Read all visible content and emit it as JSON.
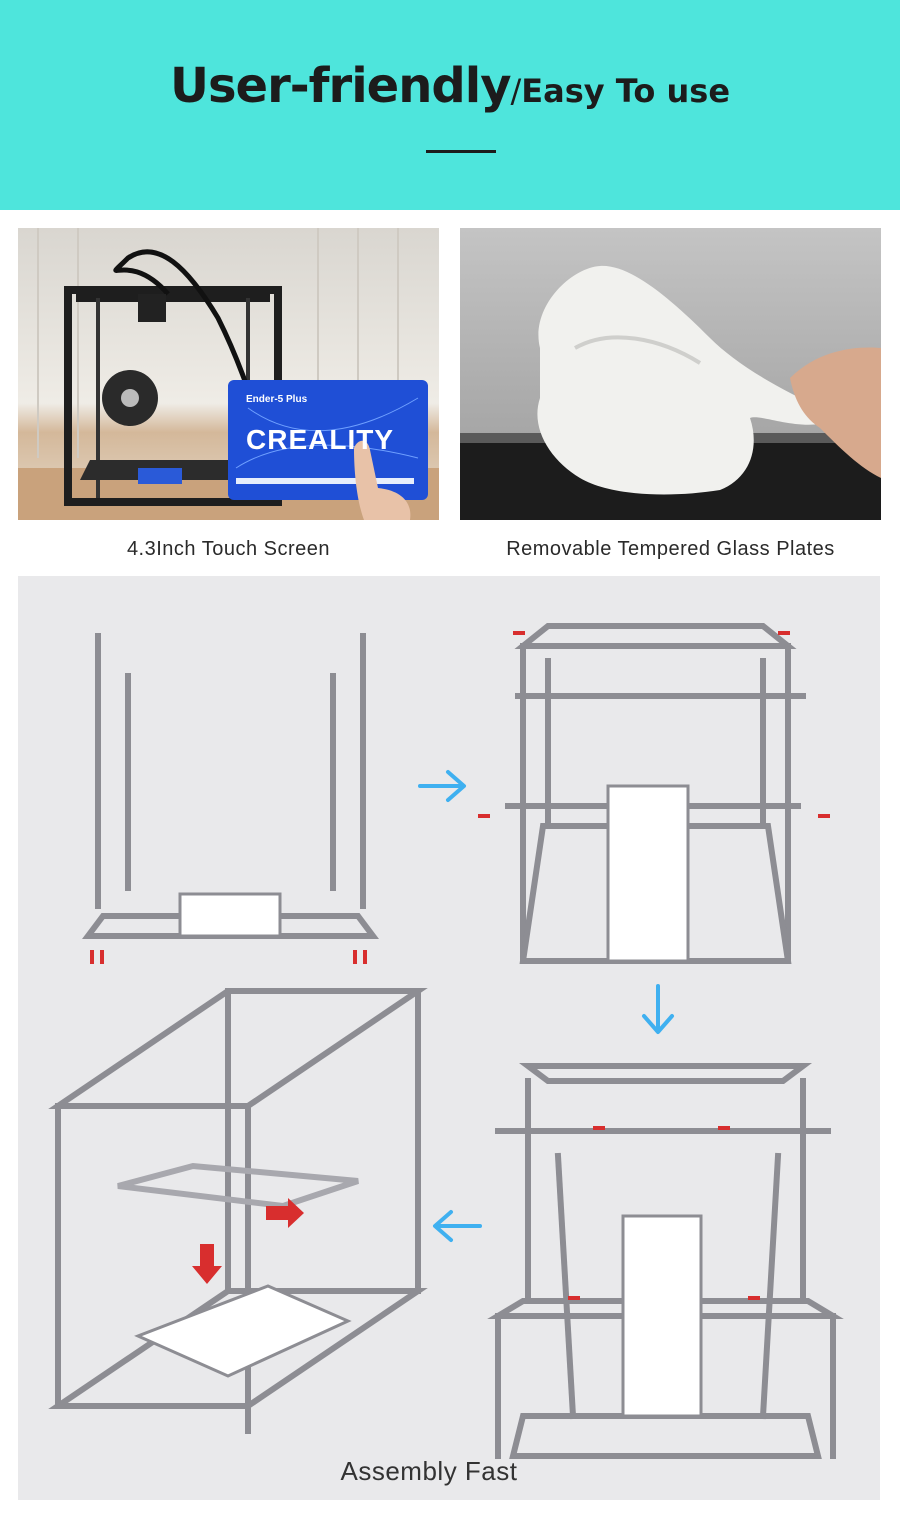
{
  "header": {
    "title_main": "User-friendly",
    "title_sep": "/",
    "title_sub": "Easy To use",
    "background_color": "#4ee5dc"
  },
  "features": [
    {
      "caption": "4.3Inch Touch Screen"
    },
    {
      "caption": "Removable Tempered Glass Plates"
    }
  ],
  "screen": {
    "model": "Ender-5 Plus",
    "brand": "CREALITY"
  },
  "assembly": {
    "caption": "Assembly Fast",
    "arrow_color": "#3fb0f0"
  }
}
